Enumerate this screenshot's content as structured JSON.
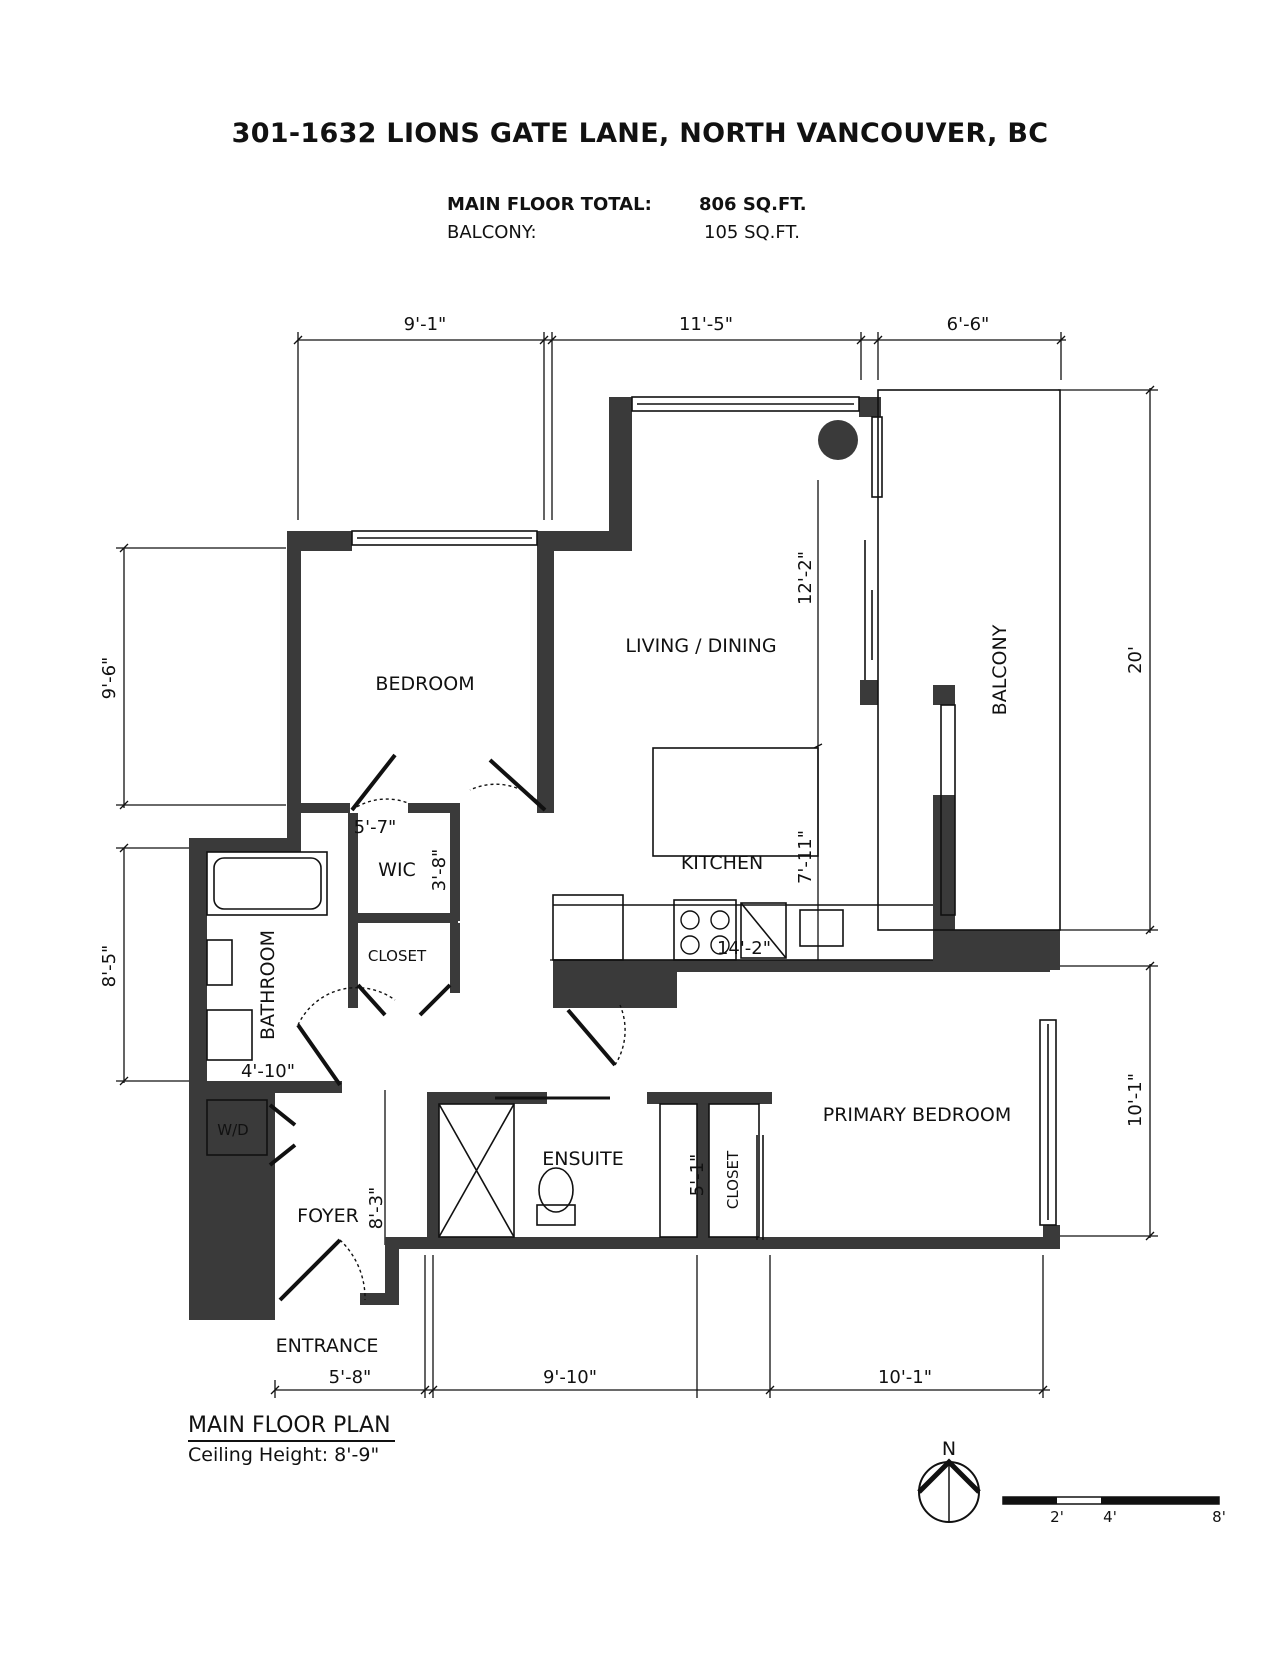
{
  "header": {
    "address": "301-1632 LIONS GATE LANE, NORTH VANCOUVER, BC",
    "main_floor_label": "MAIN FLOOR TOTAL:",
    "main_floor_value": "806 SQ.FT.",
    "balcony_label": "BALCONY:",
    "balcony_value": "105 SQ.FT."
  },
  "rooms": {
    "bedroom": "BEDROOM",
    "living_dining": "LIVING / DINING",
    "balcony": "BALCONY",
    "kitchen": "KITCHEN",
    "wic": "WIC",
    "closet_hall": "CLOSET",
    "bathroom": "BATHROOM",
    "wd": "W/D",
    "ensuite": "ENSUITE",
    "closet_primary": "CLOSET",
    "primary_bedroom": "PRIMARY BEDROOM",
    "foyer": "FOYER",
    "entrance": "ENTRANCE"
  },
  "dimensions": {
    "top_left": "9'-1\"",
    "top_middle": "11'-5\"",
    "top_right": "6'-6\"",
    "left_upper": "9'-6\"",
    "left_lower": "8'-5\"",
    "right_upper": "20'",
    "right_lower": "10'-1\"",
    "living_height": "12'-2\"",
    "kitchen_height": "7'-11\"",
    "kitchen_width": "14'-2\"",
    "wic_width": "5'-7\"",
    "wic_height": "3'-8\"",
    "bath_width": "4'-10\"",
    "foyer_height": "8'-3\"",
    "ensuite_closet": "5'-1\"",
    "bottom_left": "5'-8\"",
    "bottom_middle": "9'-10\"",
    "bottom_right": "10'-1\""
  },
  "legend": {
    "title": "MAIN FLOOR PLAN",
    "ceiling": "Ceiling Height: 8'-9\""
  },
  "compass": {
    "north": "N",
    "icon": "north-arrow-icon"
  },
  "scale": {
    "tick_2": "2'",
    "tick_4": "4'",
    "tick_8": "8'"
  },
  "colors": {
    "wall": "#3a3a3a",
    "line": "#111111",
    "background": "#ffffff"
  }
}
